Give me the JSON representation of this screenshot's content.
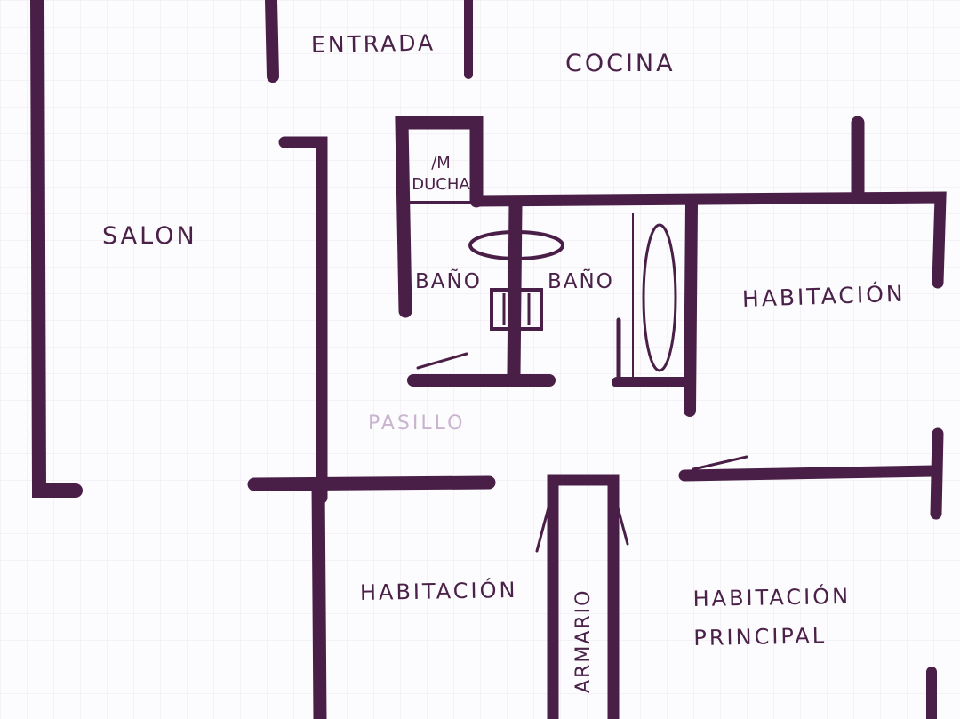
{
  "floor_plan": {
    "rooms": {
      "entrance": "ENTRADA",
      "kitchen": "COCINA",
      "living_room": "SALON",
      "shower": "/M\nDUCHA",
      "bathroom_left": "BAÑO",
      "bathroom_right": "BAÑO",
      "bedroom_northeast": "HABITACIÓN",
      "hallway": "PASILLO",
      "bedroom_southwest": "HABITACIÓN",
      "master_bedroom_line1": "HABITACIÓN",
      "master_bedroom_line2": "PRINCIPAL",
      "closet": "ARMARIO"
    }
  },
  "colors": {
    "wall_ink": "#4a1f47",
    "label_ink": "#4a2148",
    "faint_label_ink": "#c9b4d0",
    "grid_line": "#eceaf1",
    "paper": "#fcfbfd"
  }
}
